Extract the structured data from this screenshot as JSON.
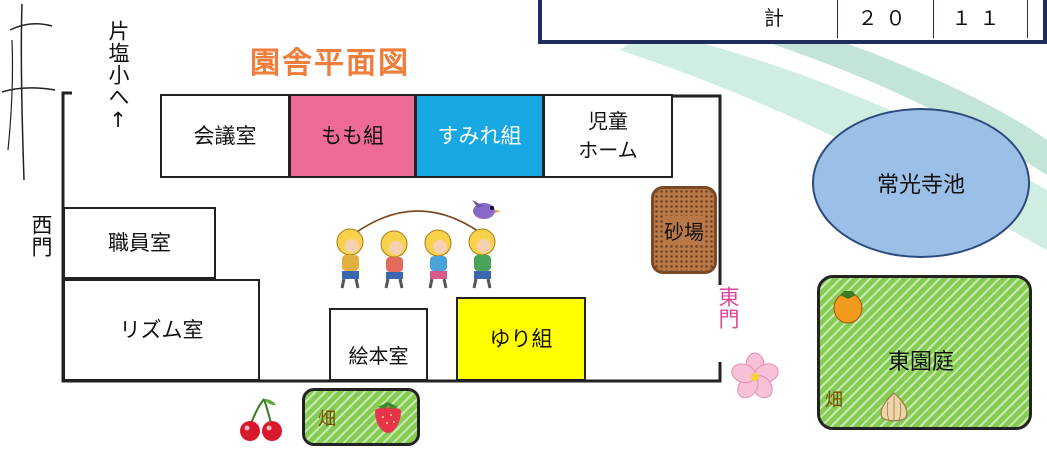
{
  "title": "園舎平面図",
  "side_note": "片塩小へ↑",
  "table_row": {
    "label": "計",
    "val1": "２０",
    "val2": "１１"
  },
  "rooms": {
    "kaigi": "会議室",
    "momo": "もも組",
    "sumire": "すみれ組",
    "jido_1": "児童",
    "jido_2": "ホーム",
    "shokuin": "職員室",
    "rhythm": "リズム室",
    "ehon": "絵本室",
    "yuri": "ゆり組",
    "sunaba": "砂場"
  },
  "gates": {
    "west": "西門",
    "east": "東門"
  },
  "pond": "常光寺池",
  "east_garden": "東園庭",
  "field_label": "畑",
  "colors": {
    "title": "#ef7d3c",
    "momo": "#ef6b97",
    "sumire": "#17a8e3",
    "yuri": "#ffff00",
    "pond": "#9bbfe6",
    "garden": "#86cc52",
    "east_gate": "#e2479a",
    "sand": "#b87848"
  },
  "icons": [
    "cherry-icon",
    "strawberry-icon",
    "persimmon-icon",
    "onion-icon",
    "flower-icon",
    "bird-icon",
    "children-illustration"
  ]
}
